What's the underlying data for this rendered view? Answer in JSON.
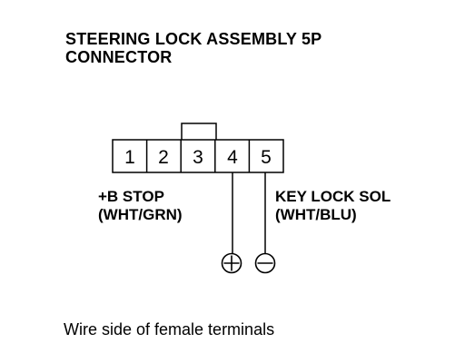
{
  "title": {
    "line1": "STEERING LOCK ASSEMBLY 5P",
    "line2": "CONNECTOR"
  },
  "connector": {
    "pins": [
      "1",
      "2",
      "3",
      "4",
      "5"
    ]
  },
  "wires": {
    "b_stop": {
      "name": "+B STOP",
      "color_code": "(WHT/GRN)",
      "polarity_symbol": "plus-in-circle"
    },
    "key_lock_sol": {
      "name": "KEY LOCK SOL",
      "color_code": "(WHT/BLU)",
      "polarity_symbol": "minus-in-circle"
    }
  },
  "caption": "Wire side of female terminals"
}
